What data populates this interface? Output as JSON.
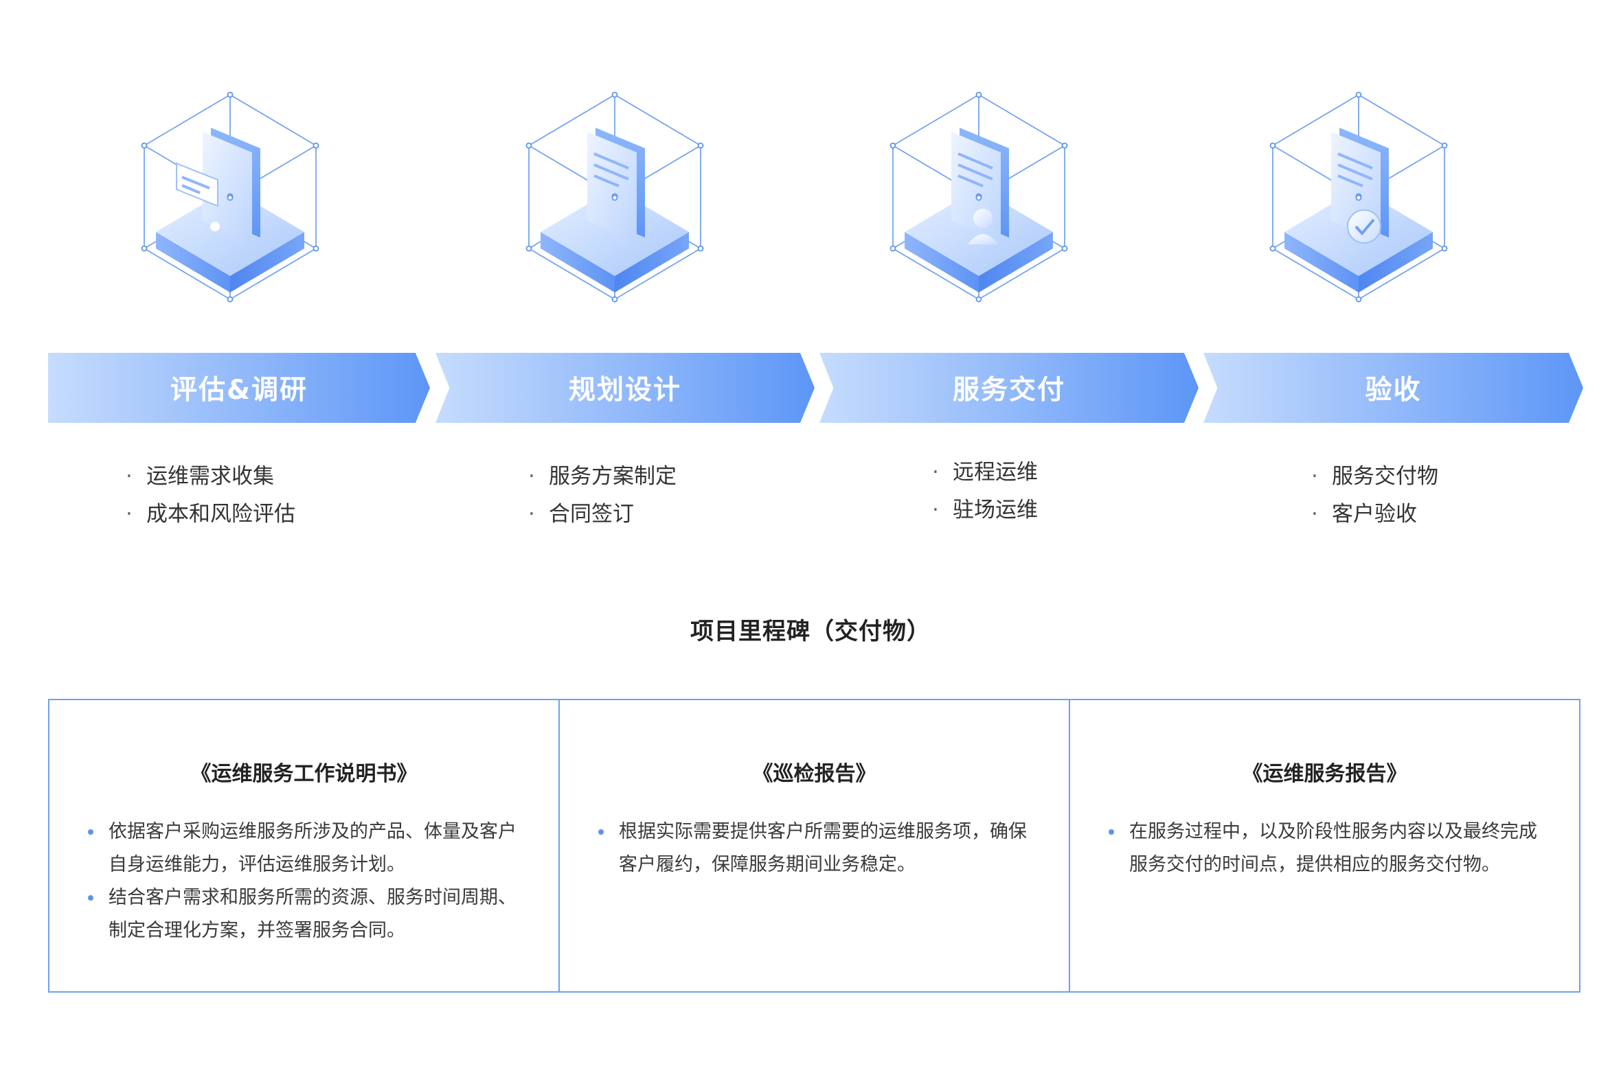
{
  "colors": {
    "accent": "#5b93f2",
    "arrow_light": "#c6dcfd",
    "arrow_dark": "#5d96f7",
    "border": "#6fa0ee"
  },
  "stages": [
    {
      "title": "评估&调研",
      "icon": "document-with-chat-icon",
      "items": [
        "运维需求收集",
        "成本和风险评估"
      ]
    },
    {
      "title": "规划设计",
      "icon": "document-icon",
      "items": [
        "服务方案制定",
        "合同签订"
      ]
    },
    {
      "title": "服务交付",
      "icon": "document-with-person-icon",
      "items": [
        "远程运维",
        "驻场运维"
      ]
    },
    {
      "title": "验收",
      "icon": "document-with-approval-icon",
      "items": [
        "服务交付物",
        "客户验收"
      ]
    }
  ],
  "bullet_glyph": "·",
  "milestones": {
    "title": "项目里程碑（交付物）",
    "cards": [
      {
        "title": "《运维服务工作说明书》",
        "items": [
          "依据客户采购运维服务所涉及的产品、体量及客户自身运维能力，评估运维服务计划。",
          "结合客户需求和服务所需的资源、服务时间周期、制定合理化方案，并签署服务合同。"
        ]
      },
      {
        "title": "《巡检报告》",
        "items": [
          "根据实际需要提供客户所需要的运维服务项，确保客户履约，保障服务期间业务稳定。"
        ]
      },
      {
        "title": "《运维服务报告》",
        "items": [
          "在服务过程中，以及阶段性服务内容以及最终完成服务交付的时间点，提供相应的服务交付物。"
        ]
      }
    ]
  }
}
